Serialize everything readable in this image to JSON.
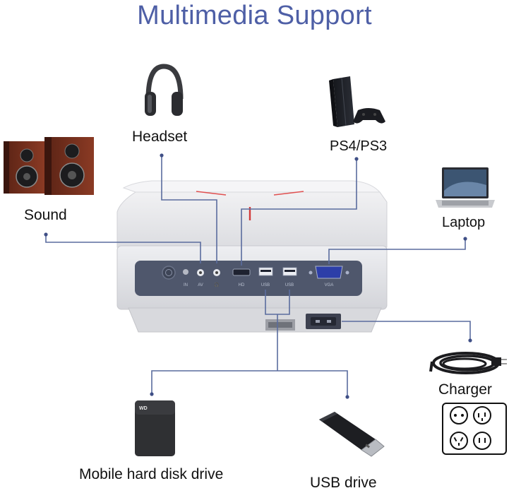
{
  "title": "Multimedia Support",
  "labels": {
    "headset": "Headset",
    "ps": "PS4/PS3",
    "sound": "Sound",
    "laptop": "Laptop",
    "charger": "Charger",
    "hdd": "Mobile hard disk drive",
    "usb": "USB drive"
  },
  "ports": {
    "in": "IN",
    "av": "AV",
    "hd": "HD",
    "usb1": "USB",
    "usb2": "USB",
    "vga": "VGA"
  },
  "hdd_brand": "WD",
  "colors": {
    "title": "#4e5fa6",
    "connector": "#5a6c9e",
    "panel": "#4f576c"
  }
}
